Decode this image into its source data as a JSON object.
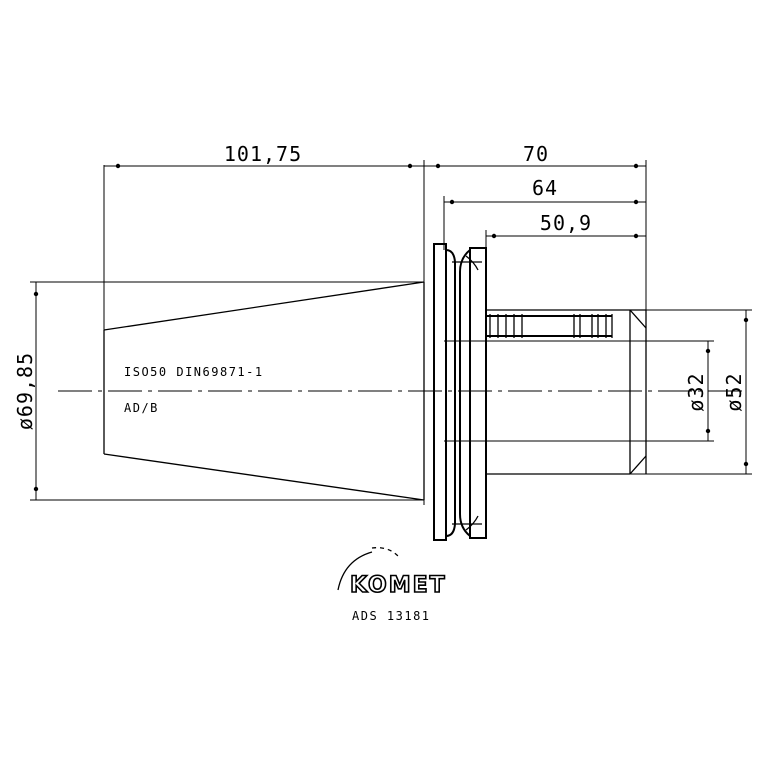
{
  "dimensions": {
    "cone_length": "101,75",
    "overall_length": "70",
    "length_64": "64",
    "length_50_9": "50,9",
    "cone_diameter": "ø69,85",
    "bore_diameter": "ø32",
    "outer_diameter": "ø52"
  },
  "annotations": {
    "standard": "ISO50 DIN69871-1",
    "form": "AD/B",
    "part_number": "ADS 13181"
  },
  "logo": {
    "brand": "KOMET"
  }
}
